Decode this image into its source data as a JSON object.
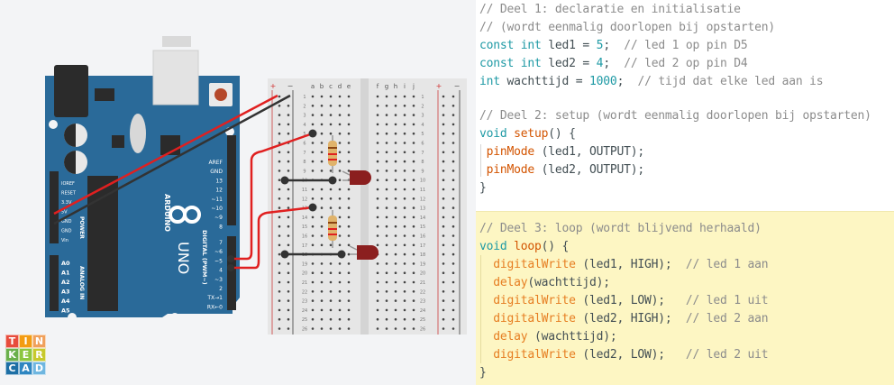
{
  "logo": {
    "letters": [
      "T",
      "I",
      "N",
      "K",
      "E",
      "R",
      "C",
      "A",
      "D"
    ],
    "colors": [
      "#e74c3c",
      "#f39c12",
      "#f0a05a",
      "#6ab04c",
      "#8cc63f",
      "#c7c92c",
      "#1d6fa5",
      "#2e86c1",
      "#6fb6e0"
    ]
  },
  "arduino": {
    "brand": "ARDUINO",
    "model": "UNO",
    "power_header_title": "POWER",
    "analog_header_title": "ANALOG IN",
    "digital_header_title": "DIGITAL (PWM~)",
    "power_pins": [
      "IOREF",
      "RESET",
      "3.3V",
      "5V",
      "GND",
      "GND",
      "Vin"
    ],
    "analog_pins": [
      "A0",
      "A1",
      "A2",
      "A3",
      "A4",
      "A5"
    ],
    "digital_top_pins": [
      "AREF",
      "GND",
      "13",
      "12",
      "~11",
      "~10",
      "~9",
      "8"
    ],
    "digital_bottom_pins": [
      "7",
      "~6",
      "~5",
      "4",
      "~3",
      "2",
      "TX→1",
      "RX←0"
    ],
    "board_color": "#2a6a99"
  },
  "breadboard": {
    "rail_plus": "+",
    "rail_minus": "−",
    "left_columns": [
      "a",
      "b",
      "c",
      "d",
      "e"
    ],
    "right_columns": [
      "f",
      "g",
      "h",
      "i",
      "j"
    ],
    "rows": 26
  },
  "code": {
    "section1": [
      [
        {
          "t": "// Deel 1: declaratie en initialisatie",
          "c": "cmt"
        }
      ],
      [
        {
          "t": "// (wordt eenmalig doorlopen bij opstarten)",
          "c": "cmt"
        }
      ],
      [
        {
          "t": "const int ",
          "c": "kw"
        },
        {
          "t": "led1 = ",
          "c": "txt"
        },
        {
          "t": "5",
          "c": "num"
        },
        {
          "t": ";  ",
          "c": "txt"
        },
        {
          "t": "// led 1 op pin D5",
          "c": "cmt"
        }
      ],
      [
        {
          "t": "const int ",
          "c": "kw"
        },
        {
          "t": "led2 = ",
          "c": "txt"
        },
        {
          "t": "4",
          "c": "num"
        },
        {
          "t": ";  ",
          "c": "txt"
        },
        {
          "t": "// led 2 op pin D4",
          "c": "cmt"
        }
      ],
      [
        {
          "t": "int ",
          "c": "kw"
        },
        {
          "t": "wachttijd = ",
          "c": "txt"
        },
        {
          "t": "1000",
          "c": "num"
        },
        {
          "t": ";  ",
          "c": "txt"
        },
        {
          "t": "// tijd dat elke led aan is",
          "c": "cmt"
        }
      ]
    ],
    "section2": [
      [
        {
          "t": "// Deel 2: setup (wordt eenmalig doorlopen bij opstarten)",
          "c": "cmt"
        }
      ],
      [
        {
          "t": "void ",
          "c": "kw"
        },
        {
          "t": "setup",
          "c": "fn"
        },
        {
          "t": "() {",
          "c": "txt"
        }
      ],
      [
        {
          "t": " pinMode",
          "c": "fn"
        },
        {
          "t": " (led1, OUTPUT);",
          "c": "txt"
        }
      ],
      [
        {
          "t": " pinMode",
          "c": "fn"
        },
        {
          "t": " (led2, OUTPUT);",
          "c": "txt"
        }
      ],
      [
        {
          "t": "}",
          "c": "txt"
        }
      ]
    ],
    "section3": [
      [
        {
          "t": "// Deel 3: loop (wordt blijvend herhaald)",
          "c": "cmt"
        }
      ],
      [
        {
          "t": "void ",
          "c": "kw"
        },
        {
          "t": "loop",
          "c": "fn"
        },
        {
          "t": "() {",
          "c": "txt"
        }
      ],
      [
        {
          "t": "  digitalWrite",
          "c": "fn2"
        },
        {
          "t": " (led1, HIGH);  ",
          "c": "txt"
        },
        {
          "t": "// led 1 aan",
          "c": "cmt"
        }
      ],
      [
        {
          "t": "  delay",
          "c": "fn2"
        },
        {
          "t": "(wachttijd);",
          "c": "txt"
        }
      ],
      [
        {
          "t": "  digitalWrite",
          "c": "fn2"
        },
        {
          "t": " (led1, LOW);   ",
          "c": "txt"
        },
        {
          "t": "// led 1 uit",
          "c": "cmt"
        }
      ],
      [
        {
          "t": "  digitalWrite",
          "c": "fn2"
        },
        {
          "t": " (led2, HIGH);  ",
          "c": "txt"
        },
        {
          "t": "// led 2 aan",
          "c": "cmt"
        }
      ],
      [
        {
          "t": "  delay",
          "c": "fn2"
        },
        {
          "t": " (wachttijd);",
          "c": "txt"
        }
      ],
      [
        {
          "t": "  digitalWrite",
          "c": "fn2"
        },
        {
          "t": " (led2, LOW);   ",
          "c": "txt"
        },
        {
          "t": "// led 2 uit",
          "c": "cmt"
        }
      ],
      [
        {
          "t": "}",
          "c": "txt"
        }
      ]
    ]
  }
}
